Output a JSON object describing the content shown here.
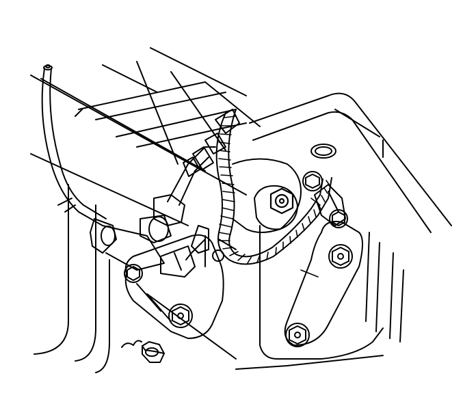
{
  "illustration": {
    "line_color": "#000000",
    "background_color": "#ffffff",
    "components": [
      "radiator-core",
      "transmission-cooler-line",
      "line-fitting-nut",
      "sensor-bracket",
      "bracket-mounting-bolt",
      "loose-hex-nut",
      "corrugated-wiring-harness",
      "harness-connector",
      "housing-cover",
      "cover-mounting-bolt",
      "oil-pan-flange"
    ]
  }
}
